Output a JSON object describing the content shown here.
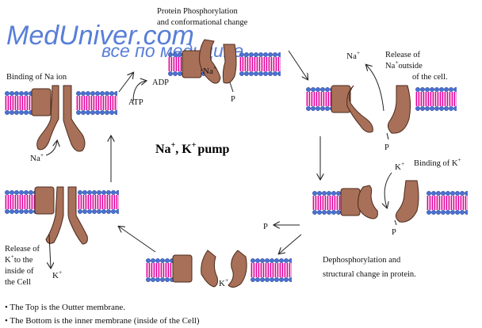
{
  "watermark": {
    "line1": "MedUniver.com",
    "line2": "все по медицине..."
  },
  "title": {
    "part1": "Na",
    "sup1": "+",
    "part2": ", K",
    "sup2": "+",
    "part3": "pump"
  },
  "stages": {
    "binding_na": "Binding of Na ion",
    "phosphorylation_line1": "Protein Phosphorylation",
    "phosphorylation_line2": "and conformational change",
    "release_na_line1": "Release of",
    "release_na_line2": "outside",
    "release_na_line3": "of the cell.",
    "binding_k": "Binding of K",
    "dephos_line1": "Dephosphorylation and",
    "dephos_line2": "structural change in protein.",
    "release_k_line1": "Release of",
    "release_k_line2": "to the",
    "release_k_line3": "inside of",
    "release_k_line4": "the Cell"
  },
  "ions": {
    "na": "Na",
    "k": "K",
    "plus": "+",
    "p": "P",
    "atp": "ATP",
    "adp": "ADP"
  },
  "notes": [
    "• The Top is the Outter membrane.",
    "• The Bottom is the inner membrane (inside of the Cell)"
  ],
  "colors": {
    "lipid_head": "#4a72d6",
    "lipid_tail": "#e0009a",
    "protein": "#a87058",
    "protein_outline": "#4a2a1c",
    "watermark": "#2f5fcf"
  }
}
